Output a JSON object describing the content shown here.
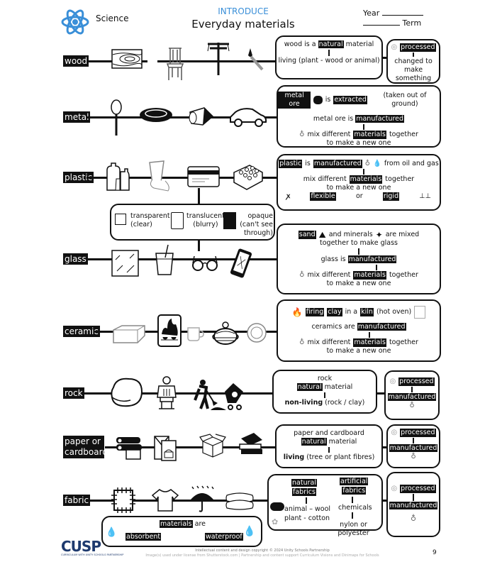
{
  "header": {
    "subject": "Science",
    "stage": "INTRODUCE",
    "title": "Everyday materials",
    "year_label": "Year",
    "term_label": "Term",
    "accent": "#3a8fd8"
  },
  "materials": [
    {
      "label": "wood",
      "icons": [
        "wood-grain-icon",
        "chair-icon",
        "telegraph-pole-icon",
        "match-icon"
      ]
    },
    {
      "label": "metal",
      "icons": [
        "spoon-icon",
        "coin-icon",
        "can-icon",
        "car-icon"
      ]
    },
    {
      "label": "plastic",
      "icons": [
        "bottles-icon",
        "plastic-cup-icon",
        "bank-card-icon",
        "toy-brick-icon"
      ]
    },
    {
      "label": "glass",
      "icons": [
        "window-pane-icon",
        "drinking-glass-icon",
        "spectacles-icon",
        "phone-icon"
      ]
    },
    {
      "label": "ceramic",
      "icons": [
        "brick-icon",
        "kiln-fire-icon",
        "cup-icon",
        "teapot-icon",
        "plate-icon"
      ]
    },
    {
      "label": "rock",
      "icons": [
        "stone-icon",
        "statue-icon",
        "digger-icon"
      ]
    },
    {
      "label": "paper or cardboard",
      "icons": [
        "newspapers-icon",
        "greeting-card-icon",
        "box-icon",
        "books-icon"
      ]
    },
    {
      "label": "fabric",
      "icons": [
        "fabric-patch-icon",
        "t-shirt-icon",
        "umbrella-icon",
        "pillows-icon"
      ]
    }
  ],
  "wood_box": {
    "line1_pre": "wood is a",
    "line1_hl": "natural",
    "line1_post": "material",
    "line2": "living (plant - wood or animal)"
  },
  "wood_side": {
    "hl": "processed",
    "text1": "changed to",
    "text2": "make something"
  },
  "metal_box": {
    "l1_hl1": "metal ore",
    "l1_mid": "is",
    "l1_hl2": "extracted",
    "l1_post": "(taken out of ground)",
    "l2_pre": "metal ore is",
    "l2_hl": "manufactured",
    "l3_pre": "mix different",
    "l3_hl": "materials",
    "l3_post": "together",
    "l4": "to make a new one"
  },
  "plastic_box": {
    "l1_hl1": "plastic",
    "l1_mid": "is",
    "l1_hl2": "manufactured",
    "l1_post": "from oil and gas",
    "l2_pre": "mix different",
    "l2_hl": "materials",
    "l2_post": "together",
    "l3": "to make a new one",
    "flex": "flexible",
    "or": "or",
    "rigid": "rigid"
  },
  "transparency_box": {
    "t1": "transparent",
    "t1b": "(clear)",
    "t2": "translucent",
    "t2b": "(blurry)",
    "t3": "opaque",
    "t3b": "(can't see",
    "t3c": "through)"
  },
  "glass_box": {
    "l1_hl": "sand",
    "l1_mid": "and minerals",
    "l1_post": "are mixed",
    "l2": "together to make glass",
    "l3_pre": "glass is",
    "l3_hl": "manufactured",
    "l4_pre": "mix different",
    "l4_hl": "materials",
    "l4_post": "together",
    "l5": "to make a new one"
  },
  "ceramic_box": {
    "hl1": "firing",
    "hl2": "clay",
    "mid": "in a",
    "hl3": "kiln",
    "post": "(hot oven)",
    "l2_pre": "ceramics are",
    "l2_hl": "manufactured",
    "l3_pre": "mix different",
    "l3_hl": "materials",
    "l3_post": "together",
    "l4": "to make a new one"
  },
  "rock_box": {
    "l1": "rock",
    "l2_hl": "natural",
    "l2_post": "material",
    "l3_bold": "non-living",
    "l3_post": "(rock / clay)"
  },
  "rock_side": {
    "hl1": "processed",
    "hl2": "manufactured"
  },
  "paper_box": {
    "l1": "paper and cardboard",
    "l2_hl": "natural",
    "l2_post": "material",
    "l3_bold": "living",
    "l3_post": "(tree or plant fibres)"
  },
  "paper_side": {
    "hl1": "processed",
    "hl2": "manufactured"
  },
  "fabric_box": {
    "nat1": "natural",
    "nat2": "fabrics",
    "art1": "artificial",
    "art2": "fabrics",
    "animal": "animal – wool",
    "plant": "plant  - cotton",
    "chem": "chemicals",
    "nylon": "nylon or polyester"
  },
  "fabric_side": {
    "hl1": "processed",
    "hl2": "manufactured"
  },
  "properties_box": {
    "hl": "materials",
    "post": "are",
    "absorbent": "absorbent",
    "waterproof": "waterproof"
  },
  "footer": {
    "logo": "CUSP",
    "logo_sub": "CURRICULUM WITH UNITY SCHOOLS PARTNERSHIP",
    "copyright": "Intellectual content and design copyright © 2024 Unity Schools Partnership",
    "license": "Image(s) used under license from Shutterstock.com  |  Partnership and content support Curriculum Visions and Dinimaps for Schools",
    "page": "9"
  }
}
